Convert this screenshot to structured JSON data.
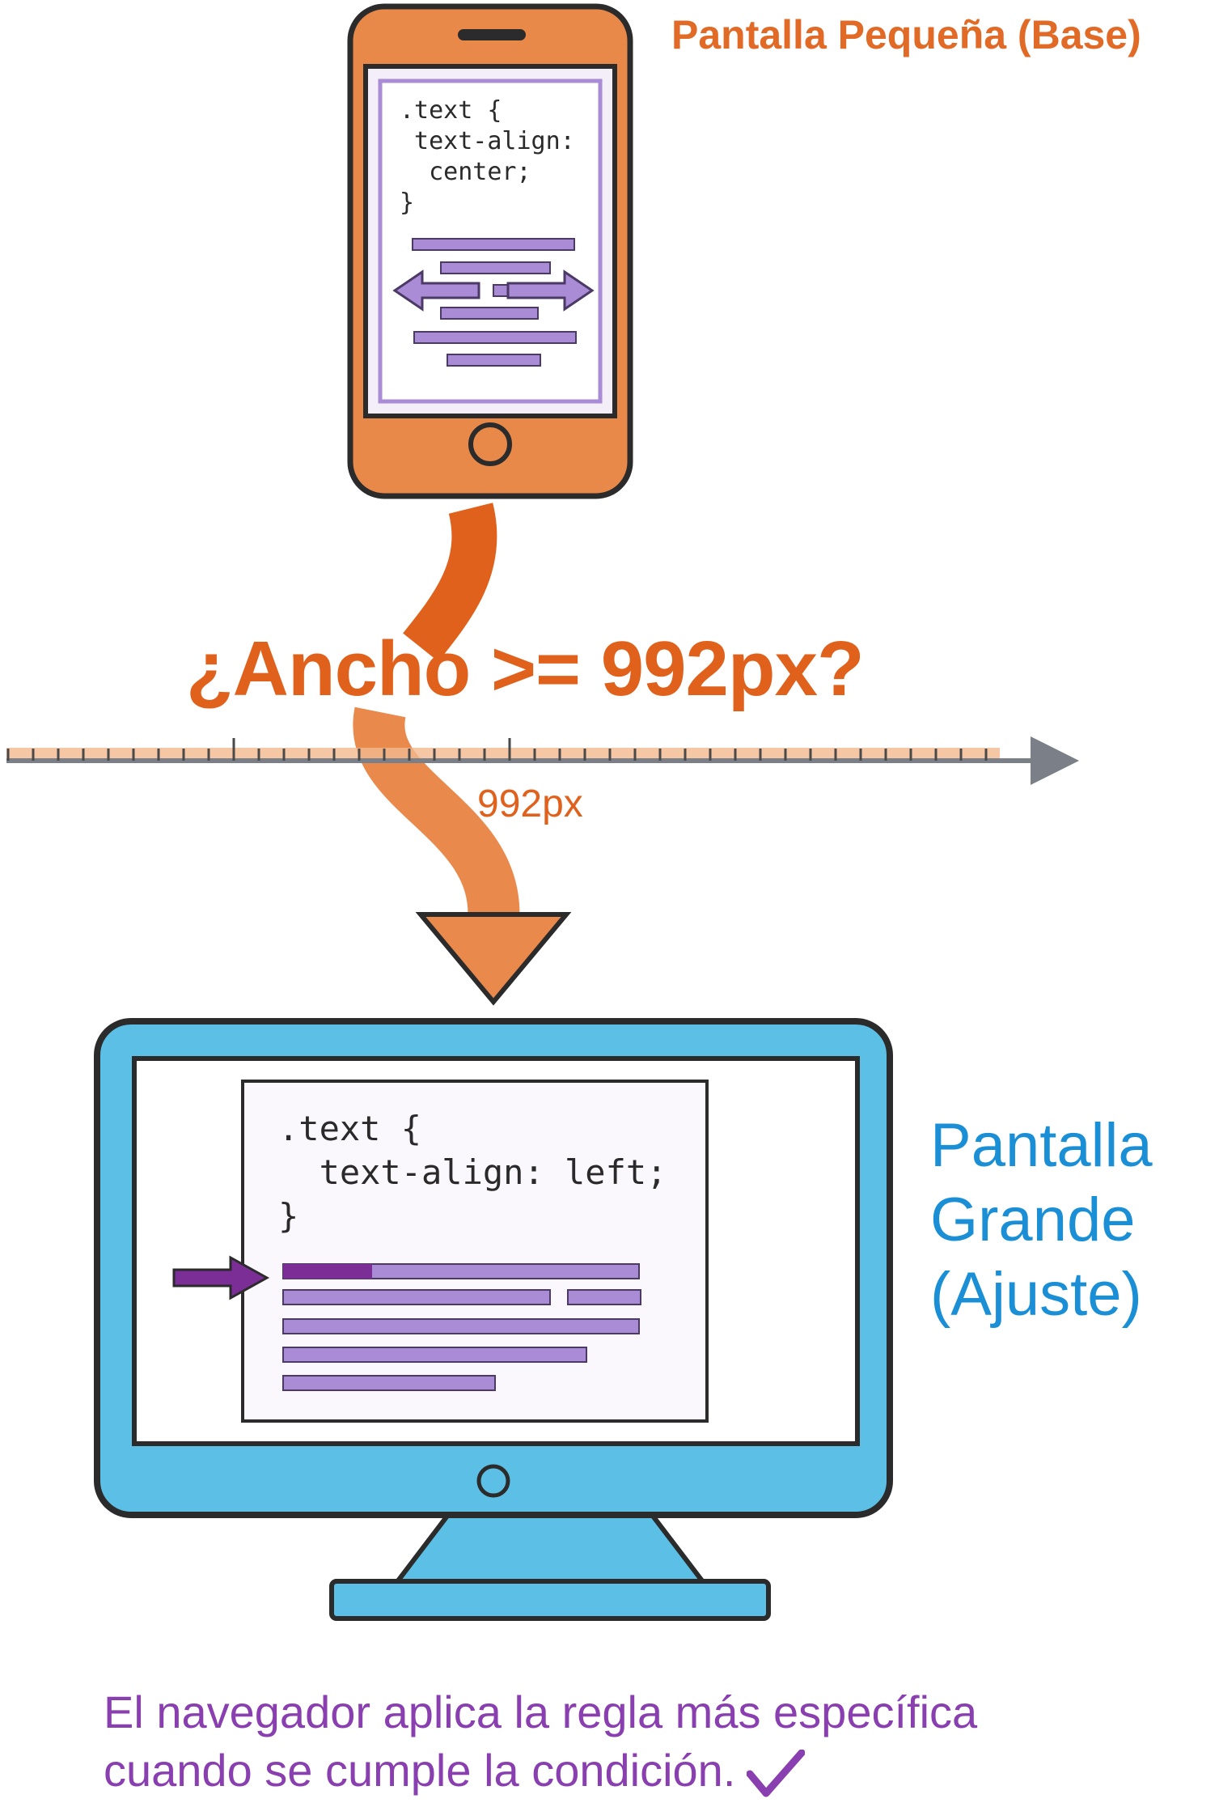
{
  "phone": {
    "label": "Pantalla Pequeña (Base)",
    "code_lines": [
      ".text {",
      " text-align:",
      "  center;",
      "}"
    ]
  },
  "condition": {
    "question": "¿Ancho >= 992px?",
    "breakpoint_label": "992px"
  },
  "monitor": {
    "label_lines": [
      "Pantalla",
      "Grande",
      "(Ajuste)"
    ],
    "code_lines": [
      ".text {",
      "  text-align: left;",
      "}"
    ]
  },
  "caption": {
    "lines": [
      "El navegador aplica la regla más específica",
      "cuando se cumple la condición."
    ],
    "check_icon": "checkmark-icon"
  },
  "colors": {
    "orange": "#e0611c",
    "phone_body": "#e8894a",
    "blue": "#1a8fd6",
    "monitor_body": "#5cc0e6",
    "purple": "#8a3fb0",
    "text_lines": "#a98bd6"
  }
}
